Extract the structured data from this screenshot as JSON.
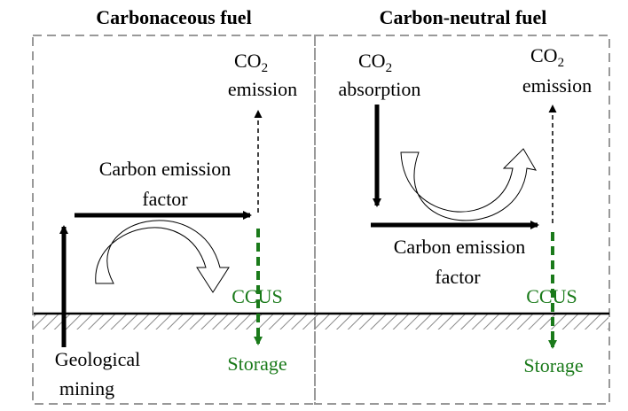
{
  "panels": {
    "left": {
      "title": "Carbonaceous fuel",
      "co2_emission": {
        "co2": "CO",
        "sub": "2",
        "line2": "emission"
      },
      "factor": {
        "line1": "Carbon emission",
        "line2": "factor"
      },
      "ccus": "CCUS",
      "storage": "Storage",
      "mining": {
        "line1": "Geological",
        "line2": "mining"
      }
    },
    "right": {
      "title": "Carbon-neutral fuel",
      "co2_absorption": {
        "co2": "CO",
        "sub": "2",
        "line2": "absorption"
      },
      "co2_emission": {
        "co2": "CO",
        "sub": "2",
        "line2": "emission"
      },
      "factor": {
        "line1": "Carbon emission",
        "line2": "factor"
      },
      "ccus": "CCUS",
      "storage": "Storage"
    }
  },
  "colors": {
    "ink": "#000000",
    "ccus_green": "#1a7a1a",
    "frame_gray": "#999999",
    "hatch_gray": "#888888"
  }
}
